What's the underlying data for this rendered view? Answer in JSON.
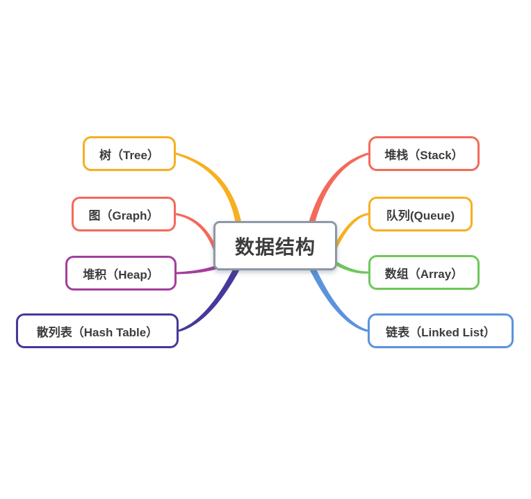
{
  "diagram": {
    "title": "数据结构",
    "center": {
      "id": "center",
      "label": "数据结构",
      "border_color": "#8C98A5",
      "text_color": "#3C3C3C"
    },
    "branches": [
      {
        "id": "tree",
        "label": "树（Tree）",
        "color": "#F7B01F",
        "side": "left"
      },
      {
        "id": "graph",
        "label": "图（Graph）",
        "color": "#F4695A",
        "side": "left"
      },
      {
        "id": "heap",
        "label": "堆积（Heap）",
        "color": "#A23F9D",
        "side": "left"
      },
      {
        "id": "hash",
        "label": "散列表（Hash Table）",
        "color": "#44399B",
        "side": "left"
      },
      {
        "id": "stack",
        "label": "堆栈（Stack）",
        "color": "#F4695A",
        "side": "right"
      },
      {
        "id": "queue",
        "label": "队列(Queue)",
        "color": "#F7B01F",
        "side": "right"
      },
      {
        "id": "array",
        "label": "数组（Array）",
        "color": "#6EC75A",
        "side": "right"
      },
      {
        "id": "linked",
        "label": "链表（Linked List）",
        "color": "#5B93DC",
        "side": "right"
      }
    ]
  }
}
